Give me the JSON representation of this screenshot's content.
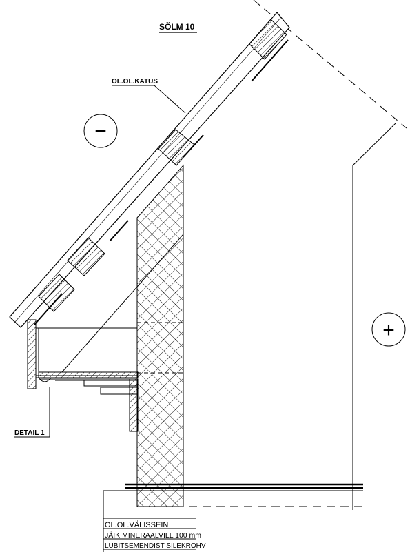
{
  "title": "SÕLM 10",
  "labels": {
    "roof": "OL.OL.KATUS",
    "detail": "DETAIL 1"
  },
  "zones": {
    "exterior_symbol": "−",
    "interior_symbol": "+"
  },
  "legend": {
    "rows": [
      "OL.OL.VÄLISSEIN",
      "JÄIK MINERAALVILL 100 mm",
      "LUBITSEMENDIST SILEKROHV"
    ]
  },
  "colors": {
    "line": "#000000",
    "background": "#ffffff"
  }
}
